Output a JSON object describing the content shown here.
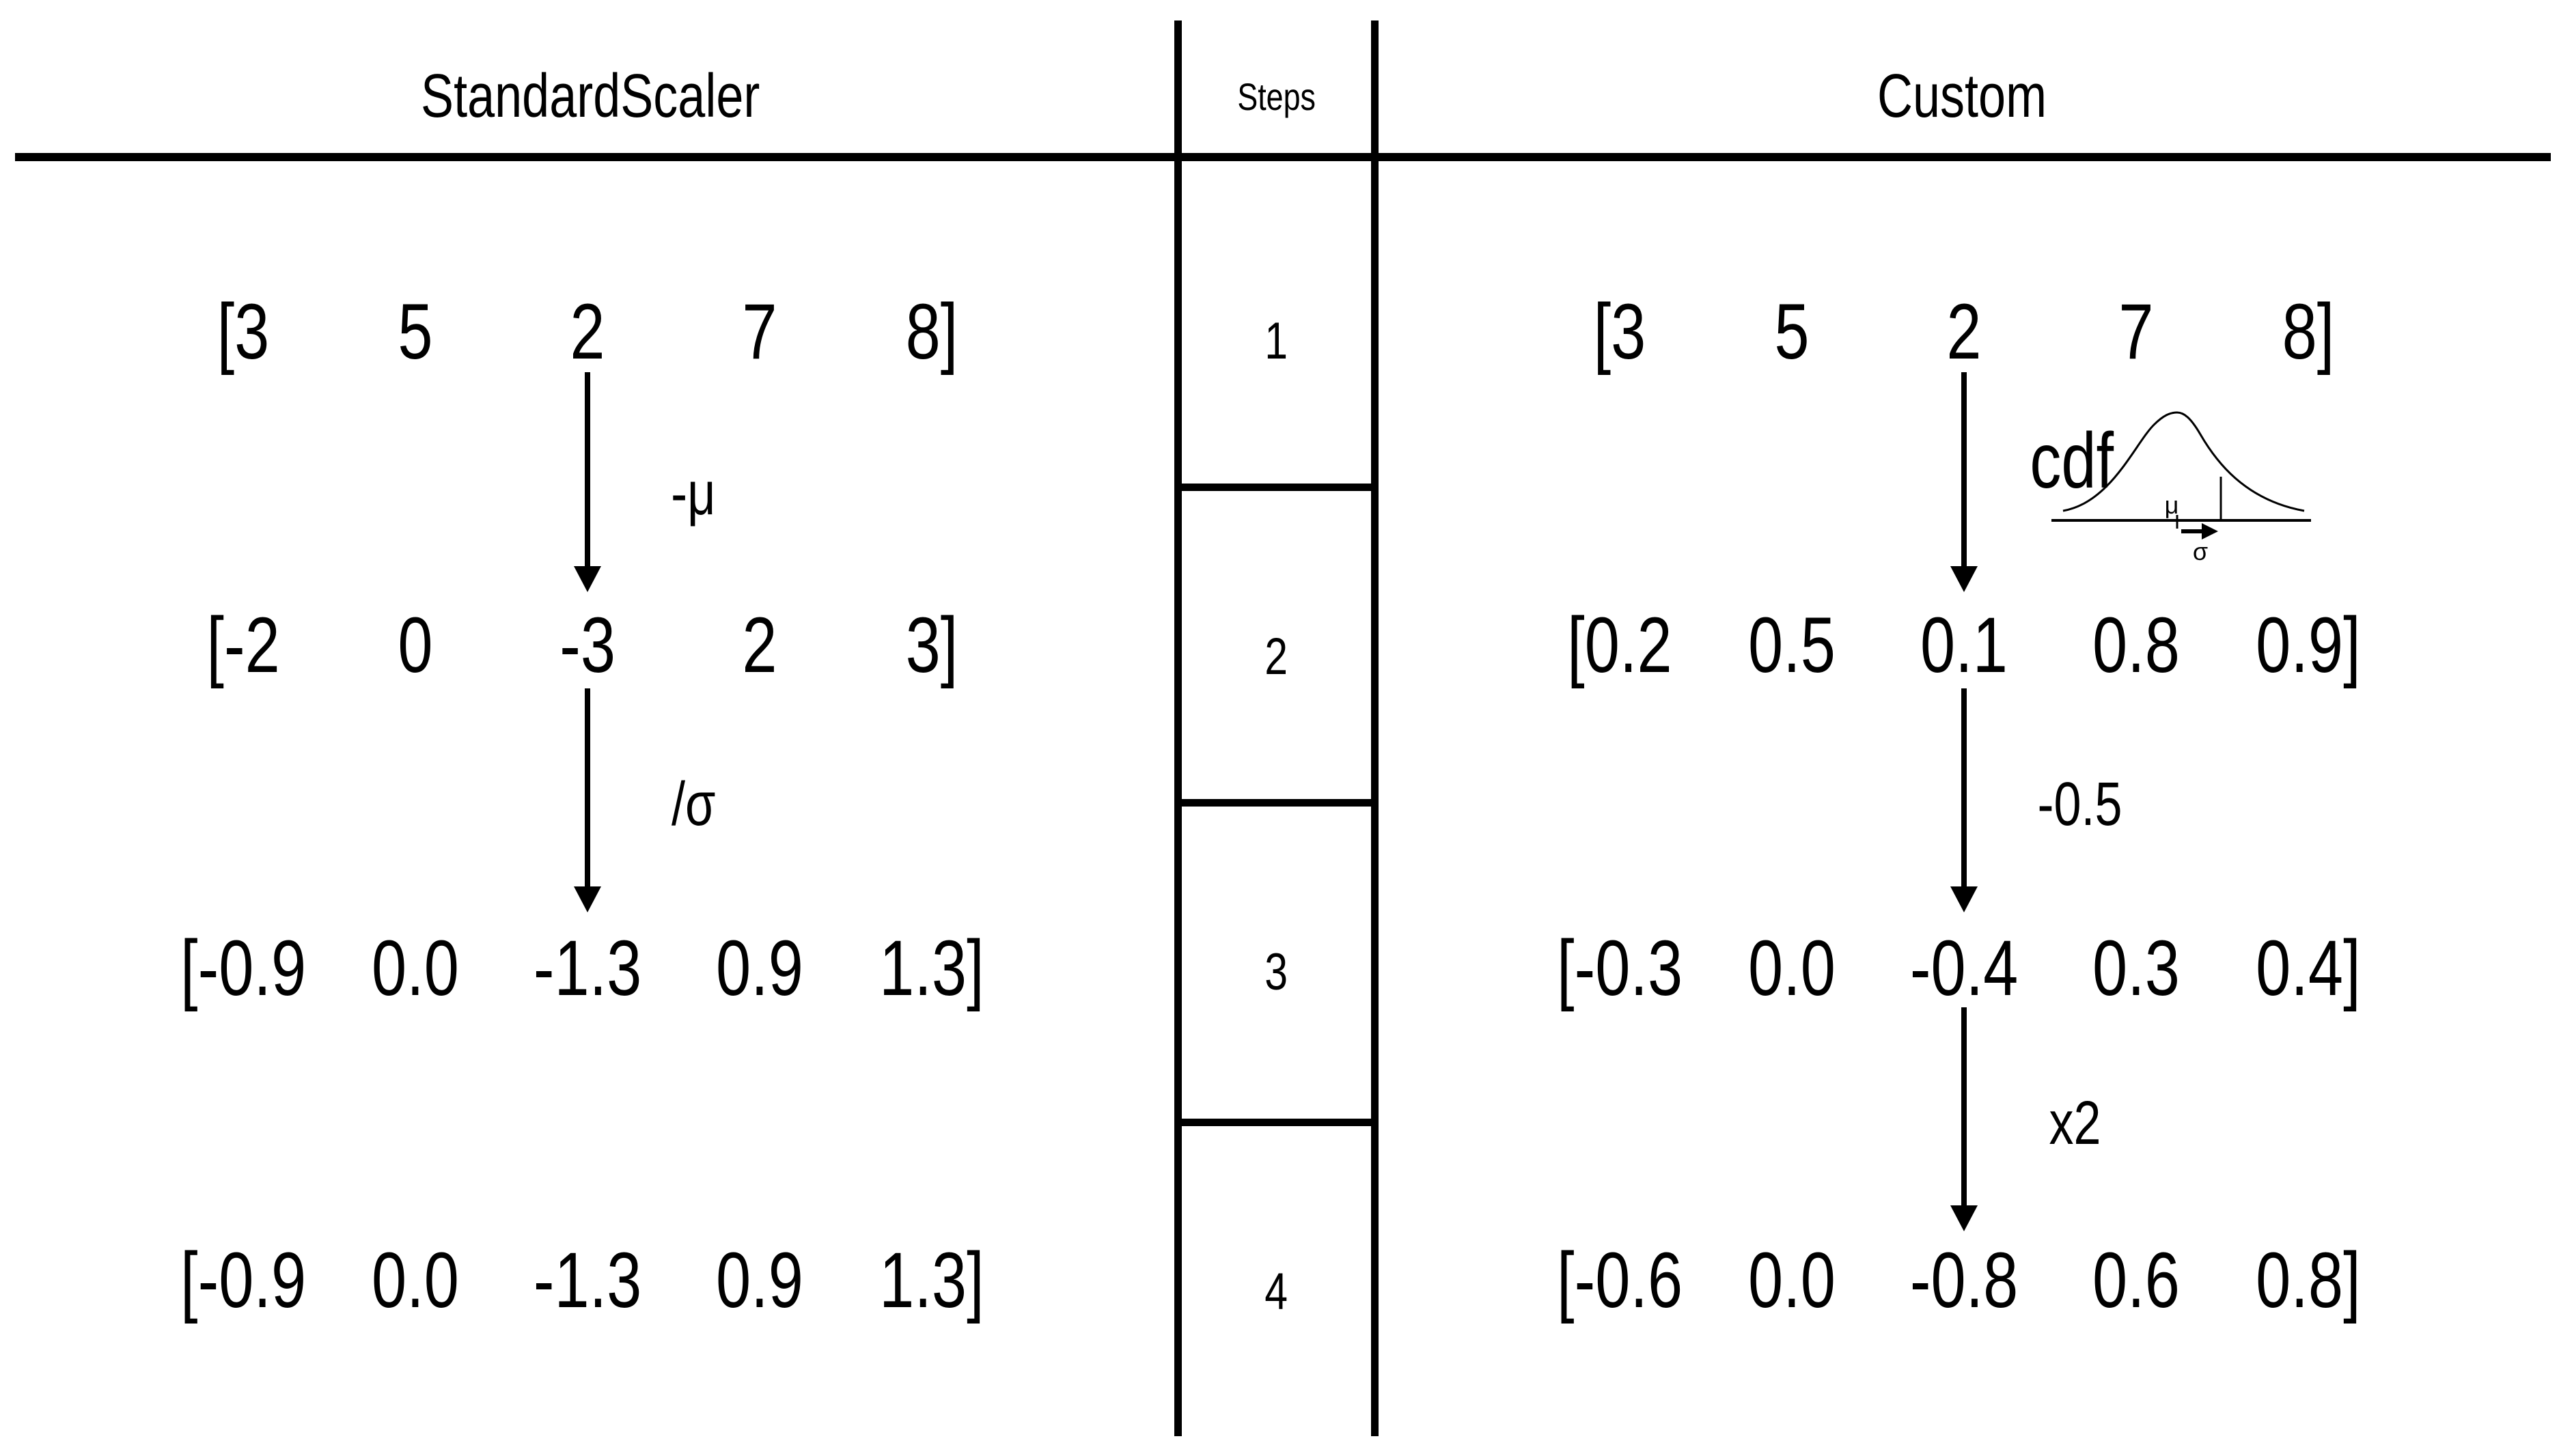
{
  "page": {
    "background": "#ffffff",
    "ink": "#000000"
  },
  "brackets": {
    "open": "[",
    "close": "]"
  },
  "columns": {
    "left": {
      "title": "StandardScaler"
    },
    "middle": {
      "title": "Steps",
      "step_numbers": [
        "1",
        "2",
        "3",
        "4"
      ]
    },
    "right": {
      "title": "Custom"
    }
  },
  "standard_scaler": {
    "rows": [
      {
        "values": [
          "3",
          "5",
          "2",
          "7",
          "8"
        ]
      },
      {
        "values": [
          "-2",
          "0",
          "-3",
          "2",
          "3"
        ]
      },
      {
        "values": [
          "-0.9",
          "0.0",
          "-1.3",
          "0.9",
          "1.3"
        ]
      },
      {
        "values": [
          "-0.9",
          "0.0",
          "-1.3",
          "0.9",
          "1.3"
        ]
      }
    ],
    "arrow_labels": [
      "-μ",
      "/σ"
    ]
  },
  "custom": {
    "rows": [
      {
        "values": [
          "3",
          "5",
          "2",
          "7",
          "8"
        ]
      },
      {
        "values": [
          "0.2",
          "0.5",
          "0.1",
          "0.8",
          "0.9"
        ]
      },
      {
        "values": [
          "-0.3",
          "0.0",
          "-0.4",
          "0.3",
          "0.4"
        ]
      },
      {
        "values": [
          "-0.6",
          "0.0",
          "-0.8",
          "0.6",
          "0.8"
        ]
      }
    ],
    "arrow_labels": [
      "cdf",
      "-0.5",
      "x2"
    ],
    "distribution": {
      "mu_label": "μ",
      "sigma_label": "σ"
    }
  }
}
